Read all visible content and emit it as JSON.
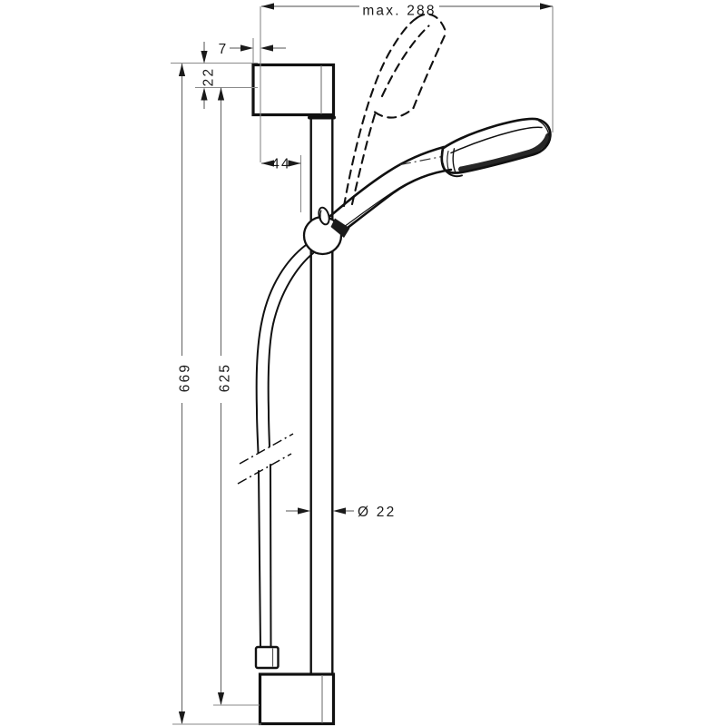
{
  "meta": {
    "background_color": "#ffffff",
    "product_line_color": "#111111",
    "dimension_line_color": "#6f6f6f",
    "text_color": "#1a1a1a"
  },
  "labels": {
    "max_reach": "max. 288",
    "top_offset": "7",
    "bracket_drop": "22",
    "wall_clearance": "44",
    "overall_height": "669",
    "bar_length": "625",
    "bar_diameter": "Ø 22"
  }
}
